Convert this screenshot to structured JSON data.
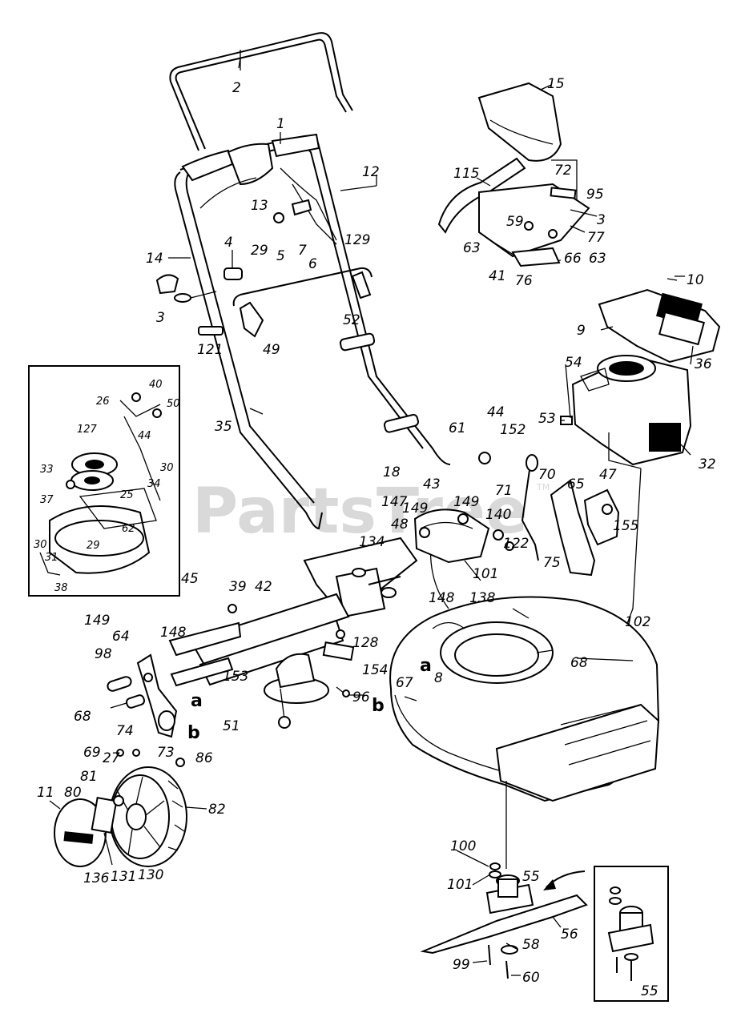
{
  "watermark": {
    "brand": "PartsTree",
    "trademark": "TM"
  },
  "callouts": {
    "c1": "1",
    "c2": "2",
    "c3a": "3",
    "c3b": "3",
    "c4": "4",
    "c5": "5",
    "c6": "6",
    "c7": "7",
    "c8": "8",
    "c9": "9",
    "c10": "10",
    "c11": "11",
    "c12": "12",
    "c13": "13",
    "c14": "14",
    "c15": "15",
    "c18": "18",
    "c26": "26",
    "c27": "27",
    "c29": "29",
    "c29b": "29",
    "c30a": "30",
    "c30b": "30",
    "c31": "31",
    "c32": "32",
    "c33": "33",
    "c34": "34",
    "c35": "35",
    "c36": "36",
    "c37": "37",
    "c38": "38",
    "c39": "39",
    "c40": "40",
    "c41": "41",
    "c42": "42",
    "c43": "43",
    "c44a": "44",
    "c44b": "44",
    "c45": "45",
    "c47": "47",
    "c48": "48",
    "c49": "49",
    "c50": "50",
    "c51": "51",
    "c52": "52",
    "c53": "53",
    "c54": "54",
    "c55a": "55",
    "c55b": "55",
    "c56": "56",
    "c58": "58",
    "c59": "59",
    "c60": "60",
    "c61": "61",
    "c62": "62",
    "c63a": "63",
    "c63b": "63",
    "c64": "64",
    "c65": "65",
    "c66": "66",
    "c67": "67",
    "c68a": "68",
    "c68b": "68",
    "c69": "69",
    "c70": "70",
    "c71": "71",
    "c72": "72",
    "c73": "73",
    "c74": "74",
    "c75": "75",
    "c76": "76",
    "c77": "77",
    "c80": "80",
    "c81": "81",
    "c82": "82",
    "c86": "86",
    "c95": "95",
    "c96": "96",
    "c98": "98",
    "c99": "99",
    "c100": "100",
    "c101a": "101",
    "c101b": "101",
    "c102": "102",
    "c115": "115",
    "c121": "121",
    "c122": "122",
    "c127": "127",
    "c128": "128",
    "c129": "129",
    "c130": "130",
    "c131": "131",
    "c134": "134",
    "c136": "136",
    "c138": "138",
    "c140": "140",
    "c147": "147",
    "c148a": "148",
    "c148b": "148",
    "c149a": "149",
    "c149b": "149",
    "c149c": "149",
    "c152": "152",
    "c153": "153",
    "c154": "154",
    "c155": "155",
    "c25": "25"
  },
  "ref_letters": {
    "a1": "a",
    "a2": "a",
    "b1": "b",
    "b2": "b"
  }
}
